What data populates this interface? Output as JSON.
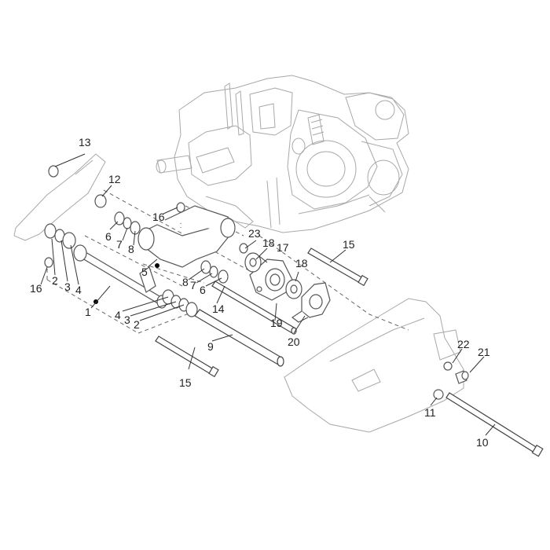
{
  "callouts": {
    "c1": "1",
    "c2a": "2",
    "c2b": "2",
    "c3a": "3",
    "c3b": "3",
    "c4a": "4",
    "c4b": "4",
    "c5": "5",
    "c6a": "6",
    "c6b": "6",
    "c7a": "7",
    "c7b": "7",
    "c8a": "8",
    "c8b": "8",
    "c9": "9",
    "c10": "10",
    "c11": "11",
    "c12": "12",
    "c13": "13",
    "c14": "14",
    "c15a": "15",
    "c15b": "15",
    "c16a": "16",
    "c16b": "16",
    "c17": "17",
    "c18a": "18",
    "c18b": "18",
    "c19": "19",
    "c20": "20",
    "c21": "21",
    "c22": "22",
    "c23": "23"
  }
}
